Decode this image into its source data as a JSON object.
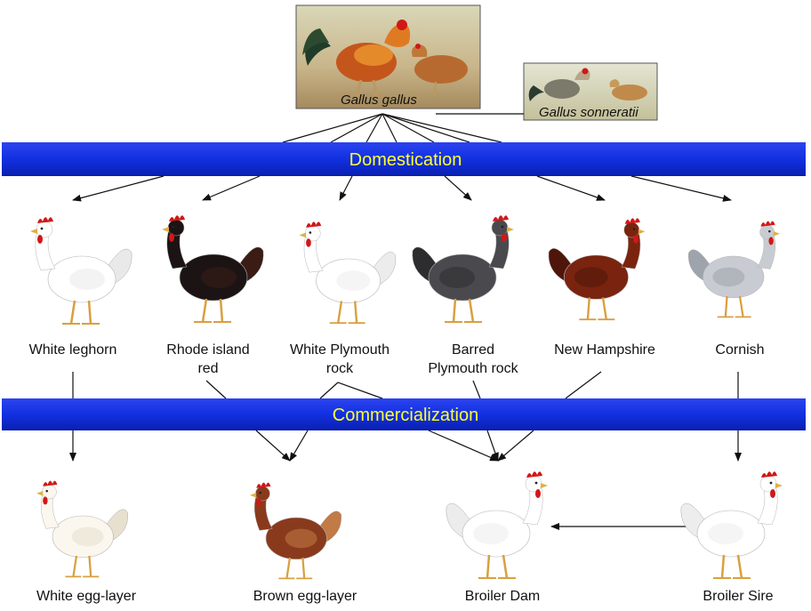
{
  "ancestors": {
    "primary": "Gallus gallus",
    "secondary": "Gallus sonneratii"
  },
  "bands": {
    "domestication": "Domestication",
    "commercialization": "Commercialization"
  },
  "breeds": [
    {
      "label": "White leghorn",
      "colors": [
        "#ffffff",
        "#e9e9e9"
      ],
      "comb": "#d01818"
    },
    {
      "label": "Rhode island\nred",
      "colors": [
        "#1c1414",
        "#3a1c14"
      ],
      "comb": "#d01818"
    },
    {
      "label": "White Plymouth\nrock",
      "colors": [
        "#ffffff",
        "#ececec"
      ],
      "comb": "#d01818"
    },
    {
      "label": "Barred\nPlymouth rock",
      "colors": [
        "#4a4a4e",
        "#2d2d30"
      ],
      "comb": "#d01818"
    },
    {
      "label": "New Hampshire",
      "colors": [
        "#7a2410",
        "#4e160a"
      ],
      "comb": "#d01818"
    },
    {
      "label": "Cornish",
      "colors": [
        "#c8ccd2",
        "#9ea4ac"
      ],
      "comb": "#d01818"
    }
  ],
  "products": [
    {
      "label": "White egg-layer",
      "colors": [
        "#fbf7ee",
        "#e7e0cf"
      ],
      "comb": "#d01818"
    },
    {
      "label": "Brown egg-layer",
      "colors": [
        "#8a3a1c",
        "#c27a46"
      ],
      "comb": "#d01818"
    },
    {
      "label": "Broiler Dam",
      "colors": [
        "#ffffff",
        "#ececec"
      ],
      "comb": "#d01818"
    },
    {
      "label": "Broiler Sire",
      "colors": [
        "#ffffff",
        "#ededed"
      ],
      "comb": "#d01818"
    }
  ],
  "colors": {
    "band": "#1230e0",
    "band_text": "#ffff33",
    "arrow": "#111111"
  }
}
